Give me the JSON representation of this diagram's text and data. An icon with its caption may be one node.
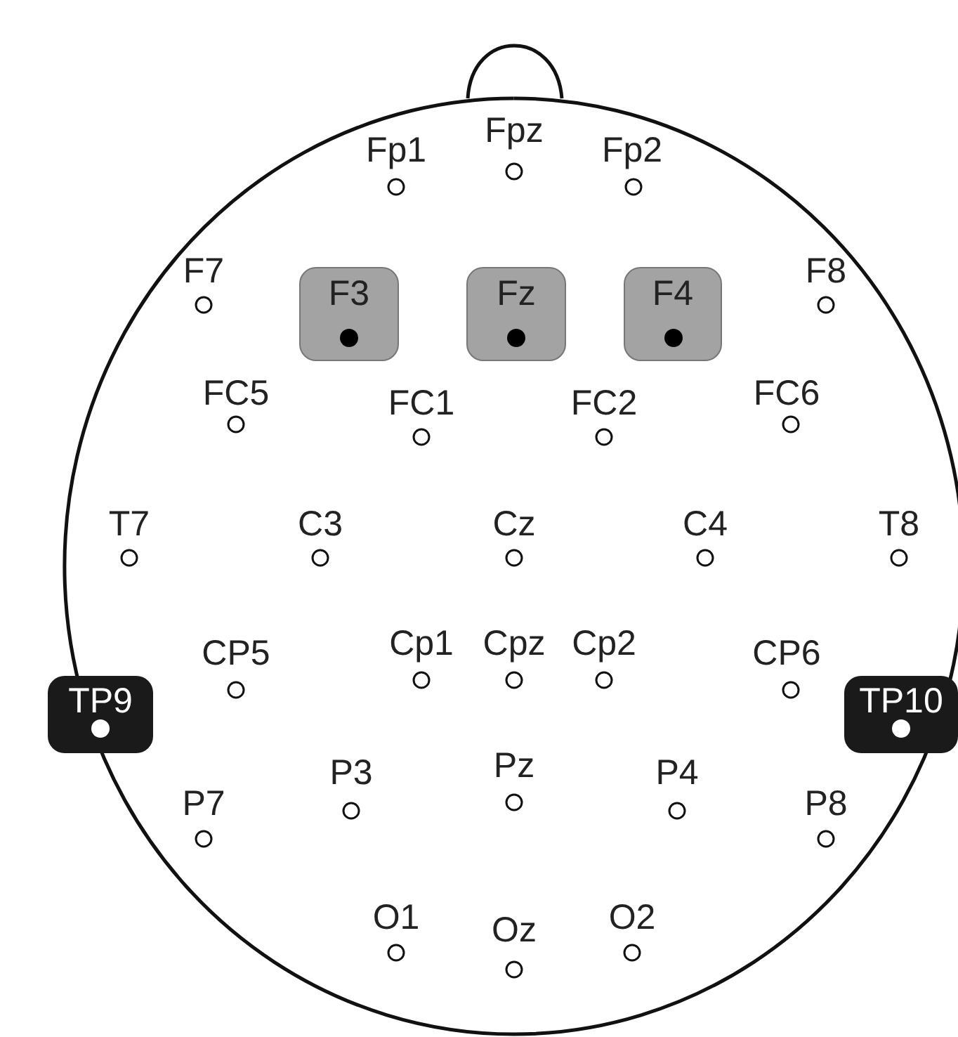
{
  "diagram": {
    "nodes": [
      {
        "text": [
          "F3"
        ]
      },
      {
        "text": [
          "Fz"
        ]
      },
      {
        "text": [
          "F4"
        ]
      },
      {
        "text": [
          "TP9"
        ]
      },
      {
        "text": [
          "TP10"
        ]
      }
    ],
    "labels": [
      "Fpz",
      "Fp1",
      "Fp2",
      "F7",
      "F8",
      "FC5",
      "FC1",
      "FC2",
      "FC6",
      "T7",
      "C3",
      "Cz",
      "C4",
      "T8",
      "CP5",
      "Cp1",
      "Cpz",
      "Cp2",
      "CP6",
      "P3",
      "Pz",
      "P4",
      "P7",
      "P8",
      "O1",
      "O2",
      "Oz"
    ]
  }
}
